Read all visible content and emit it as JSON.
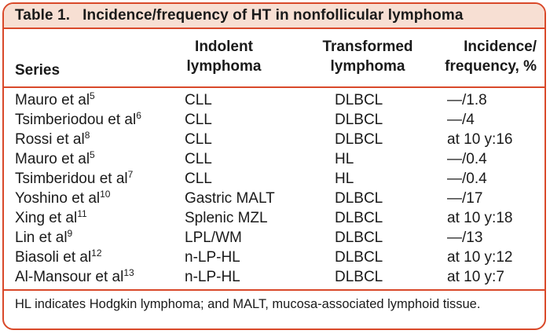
{
  "table": {
    "label": "Table 1.",
    "title": "Incidence/frequency of HT in nonfollicular lymphoma",
    "columns": {
      "series": "Series",
      "indolent_line1": "Indolent",
      "indolent_line2": "lymphoma",
      "transformed_line1": "Transformed",
      "transformed_line2": "lymphoma",
      "incidence_line1": "Incidence/",
      "incidence_line2": "frequency, %"
    },
    "rows": [
      {
        "series": "Mauro et al",
        "ref": "5",
        "indolent": "CLL",
        "transformed": "DLBCL",
        "incidence": "—/1.8"
      },
      {
        "series": "Tsimberiodou et al",
        "ref": "6",
        "indolent": "CLL",
        "transformed": "DLBCL",
        "incidence": "—/4"
      },
      {
        "series": "Rossi et al",
        "ref": "8",
        "indolent": "CLL",
        "transformed": "DLBCL",
        "incidence": "at 10 y:16"
      },
      {
        "series": "Mauro et al",
        "ref": "5",
        "indolent": "CLL",
        "transformed": "HL",
        "incidence": "—/0.4"
      },
      {
        "series": "Tsimberidou et al",
        "ref": "7",
        "indolent": "CLL",
        "transformed": "HL",
        "incidence": "—/0.4"
      },
      {
        "series": "Yoshino et al",
        "ref": "10",
        "indolent": "Gastric MALT",
        "transformed": "DLBCL",
        "incidence": "—/17"
      },
      {
        "series": "Xing et al",
        "ref": "11",
        "indolent": "Splenic MZL",
        "transformed": "DLBCL",
        "incidence": "at 10 y:18"
      },
      {
        "series": "Lin et al",
        "ref": "9",
        "indolent": "LPL/WM",
        "transformed": "DLBCL",
        "incidence": "—/13"
      },
      {
        "series": "Biasoli et al",
        "ref": "12",
        "indolent": "n-LP-HL",
        "transformed": "DLBCL",
        "incidence": "at 10 y:12"
      },
      {
        "series": "Al-Mansour et al",
        "ref": "13",
        "indolent": "n-LP-HL",
        "transformed": "DLBCL",
        "incidence": "at 10 y:7"
      }
    ],
    "footnote": "HL indicates Hodgkin lymphoma; and MALT, mucosa-associated lymphoid tissue.",
    "colors": {
      "border": "#d9492a",
      "title_background": "#f7dfd3",
      "text": "#1a1a1a"
    }
  }
}
